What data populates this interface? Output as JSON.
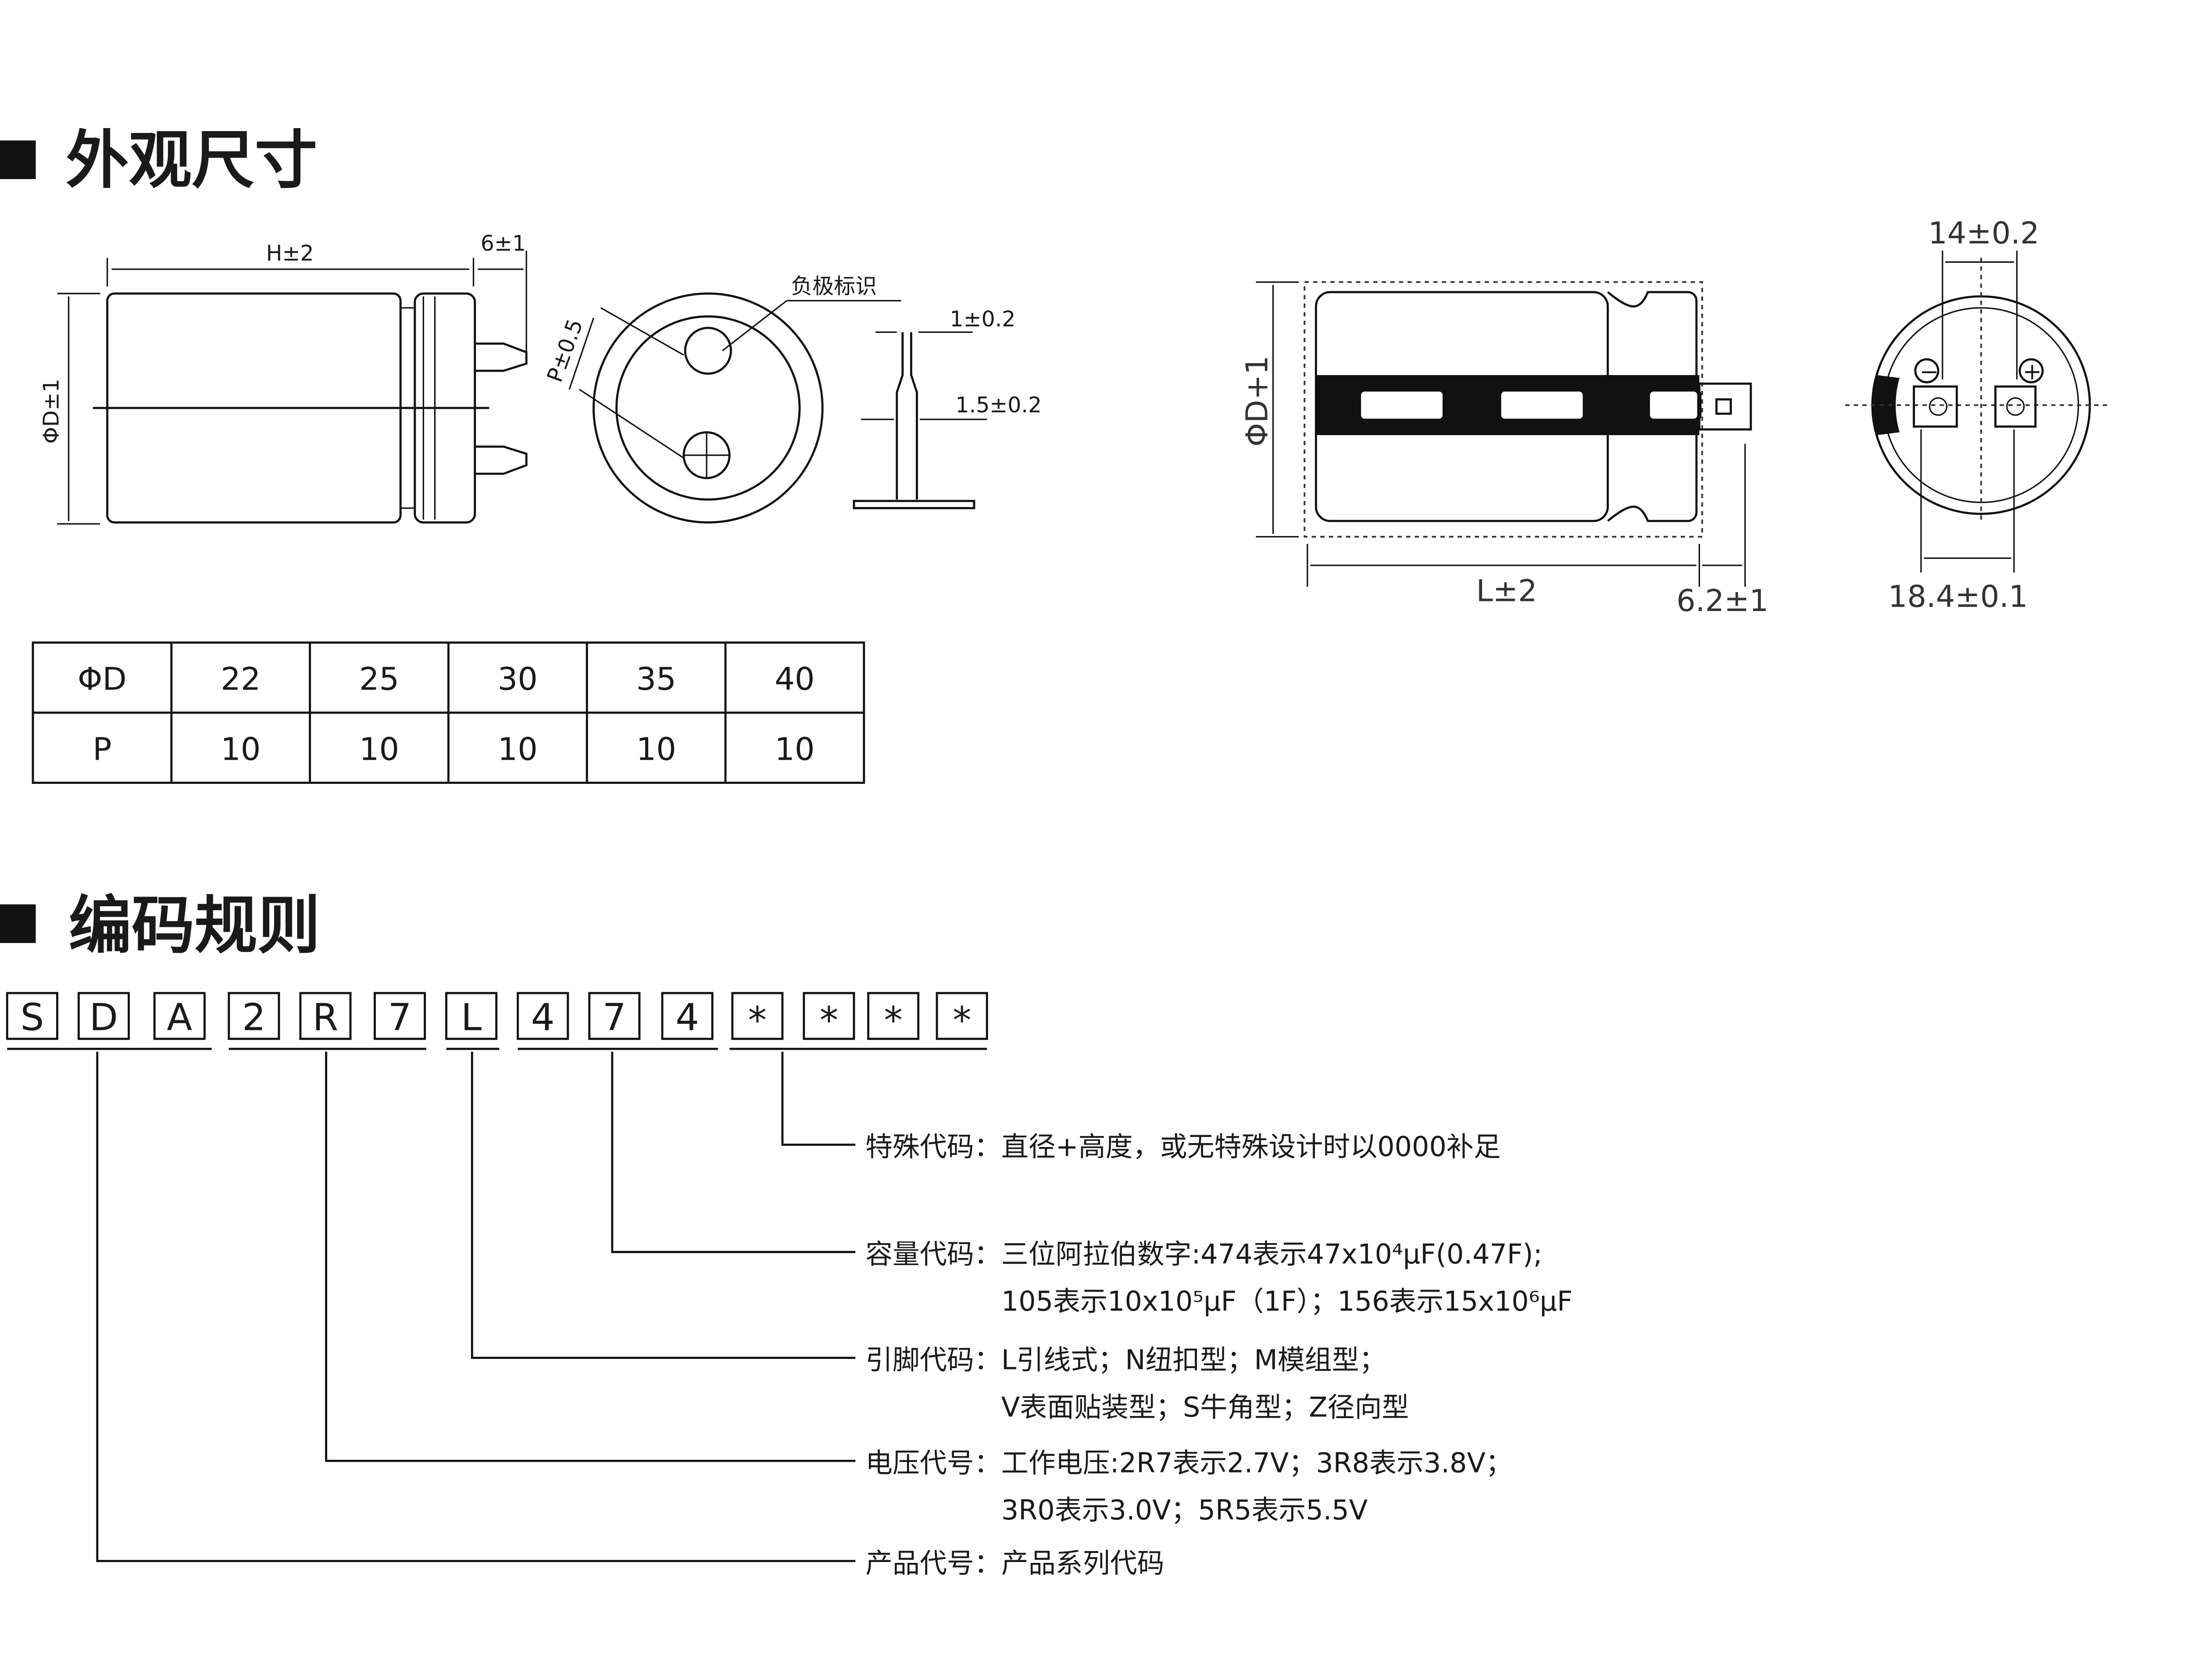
{
  "section_dimensions": {
    "title": "外观尺寸",
    "drawing_left": {
      "height_label": "H±2",
      "lead_label": "6±1",
      "diameter_label": "ΦD±1",
      "pitch_label": "P±0.5",
      "negative_mark_label": "负极标识",
      "pin_width_label": "1±0.2",
      "pin_base_label": "1.5±0.2"
    },
    "drawing_right": {
      "diameter_label": "ΦD+1",
      "length_label": "L±2",
      "terminal_label": "6.2±1",
      "top_spacing_label": "14±0.2",
      "bottom_spacing_label": "18.4±0.1",
      "negative_symbol": "−",
      "positive_symbol": "+"
    },
    "table": {
      "rows": [
        [
          "ΦD",
          "22",
          "25",
          "30",
          "35",
          "40"
        ],
        [
          "P",
          "10",
          "10",
          "10",
          "10",
          "10"
        ]
      ]
    }
  },
  "section_coding": {
    "title": "编码规则",
    "code_chars": [
      "S",
      "D",
      "A",
      "2",
      "R",
      "7",
      "L",
      "4",
      "7",
      "4",
      "*",
      "*",
      "*",
      "*"
    ],
    "rules": [
      {
        "label": "特殊代码：",
        "lines": [
          "直径+高度，或无特殊设计时以0000补足"
        ]
      },
      {
        "label": "容量代码：",
        "lines": [
          "三位阿拉伯数字:474表示47x10⁴μF(0.47F);",
          "105表示10x10⁵μF（1F）；156表示15x10⁶μF"
        ]
      },
      {
        "label": "引脚代码：",
        "lines": [
          "L引线式；N纽扣型；M模组型；",
          "V表面贴装型；S牛角型；Z径向型"
        ]
      },
      {
        "label": "电压代号：",
        "lines": [
          "工作电压:2R7表示2.7V；3R8表示3.8V；",
          "3R0表示3.0V；5R5表示5.5V"
        ]
      },
      {
        "label": "产品代号：",
        "lines": [
          "产品系列代码"
        ]
      }
    ]
  }
}
